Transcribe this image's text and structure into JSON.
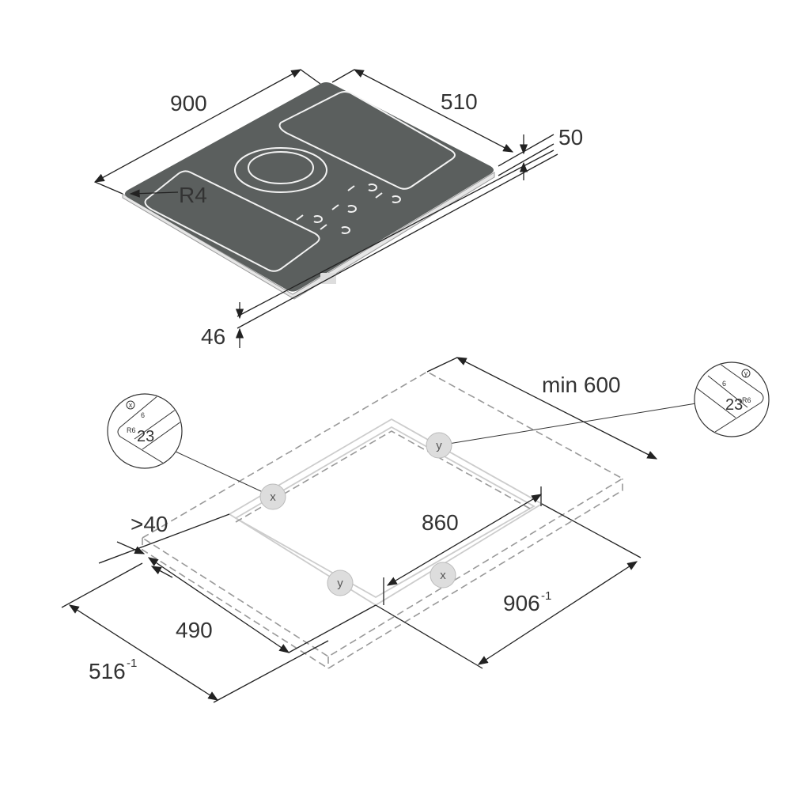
{
  "hob": {
    "colors": {
      "glass": "#5b5f5e",
      "zone_line": "#f2f2f2"
    },
    "dimensions": {
      "width": "900",
      "depth": "510",
      "thickness": "50",
      "corner_radius": "R4",
      "body_height": "46"
    }
  },
  "cutout": {
    "dimensions": {
      "worktop_depth": "min 600",
      "edge_distance": ">40",
      "cut_width": "860",
      "cut_width_outer": "906",
      "cut_width_outer_tol": "-1",
      "cut_depth": "490",
      "cut_depth_outer": "516",
      "cut_depth_outer_tol": "-1"
    },
    "markers": [
      "x",
      "y",
      "y",
      "x"
    ]
  },
  "details": [
    {
      "marker": "x",
      "height": "6",
      "radius": "R6",
      "width": "23"
    },
    {
      "marker": "y",
      "height": "6",
      "radius": "R6",
      "width": "23"
    }
  ]
}
